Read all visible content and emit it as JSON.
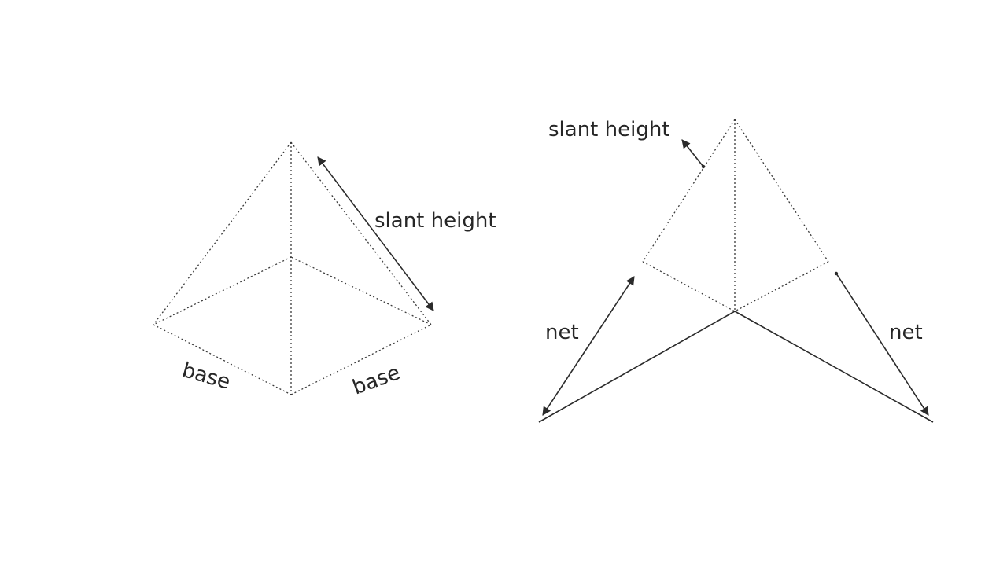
{
  "pyramid": {
    "slant_label": "slant height",
    "base_left_label": "base",
    "base_right_label": "base"
  },
  "net": {
    "slant_label": "slant height",
    "left_label": "net",
    "right_label": "net"
  },
  "colors": {
    "line": "#2b2b2b",
    "text": "#262626",
    "background": "#ffffff"
  }
}
